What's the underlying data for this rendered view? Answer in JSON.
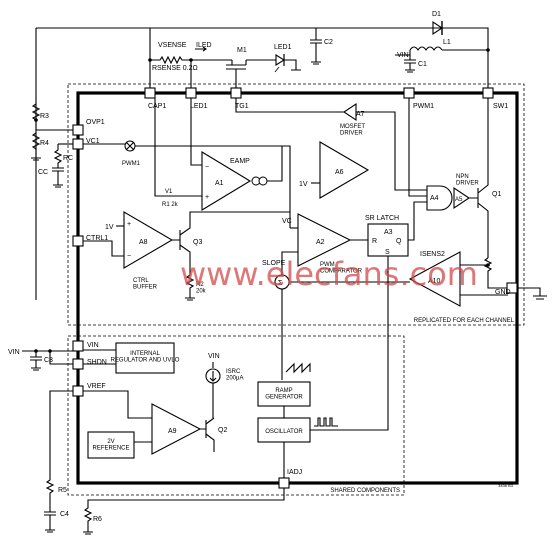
{
  "labels": {
    "cap1": "CAP1",
    "led1_pin": "LED1",
    "tg1": "TG1",
    "pwm1_pin": "PWM1",
    "sw1": "SW1",
    "ovp1": "OVP1",
    "vc1": "VC1",
    "ctrl1": "CTRL1",
    "gnd": "GND",
    "vin_pin": "VIN",
    "shdn": "SHDN",
    "vref": "VREF",
    "iadj": "IADJ",
    "d1": "D1",
    "l1": "L1",
    "c1": "C1",
    "c2": "C2",
    "c3": "C3",
    "c4": "C4",
    "m1": "M1",
    "led1": "LED1",
    "r3": "R3",
    "r4": "R4",
    "rc": "RC",
    "cc": "CC",
    "r5": "R5",
    "r6": "R6",
    "vsense": "VSENSE",
    "ild": "ILED",
    "rsense": "RSENSE 0.2Ω",
    "vin_top": "VIN",
    "vin_left": "VIN",
    "vin_isrc": "VIN",
    "eamp": "EAMP",
    "a1": "A1",
    "a6": "A6",
    "a7": "A7",
    "mosfet_driver": "MOSFET\nDRIVER",
    "a4": "A4",
    "a5": "A5",
    "q1": "Q1",
    "npn_driver": "NPN\nDRIVER",
    "a8": "A8",
    "q3": "Q3",
    "ctrl_buffer": "CTRL\nBUFFER",
    "a2": "A2",
    "pwm_comparator": "PWM\nCOMPARATOR",
    "vc": "VC",
    "sr_latch": "SR LATCH",
    "a3": "A3",
    "r": "R",
    "q": "Q",
    "s": "S",
    "isens2": "ISENS2",
    "a10": "A10",
    "slope": "SLOPE",
    "sigma": "Σ",
    "pwm1_osc": "PWM1",
    "v1": "V1",
    "r1": "R1 2k",
    "r2": "R2\n20k",
    "one_v_a6": "1V",
    "one_v_a8": "1V",
    "replicated": "REPLICATED FOR EACH CHANNEL",
    "shared": "SHARED COMPONENTS",
    "internal_reg": "INTERNAL\nREGULATOR AND UVLO",
    "isrc": "ISRC\n200μA",
    "a9": "A9",
    "q2": "Q2",
    "ref2v": "2V\nREFERENCE",
    "ramp_gen": "RAMP\nGENERATOR",
    "oscillator": "OSCILLATOR",
    "fig_id": "3436 B3",
    "watermark": "www.elecfans.com"
  }
}
